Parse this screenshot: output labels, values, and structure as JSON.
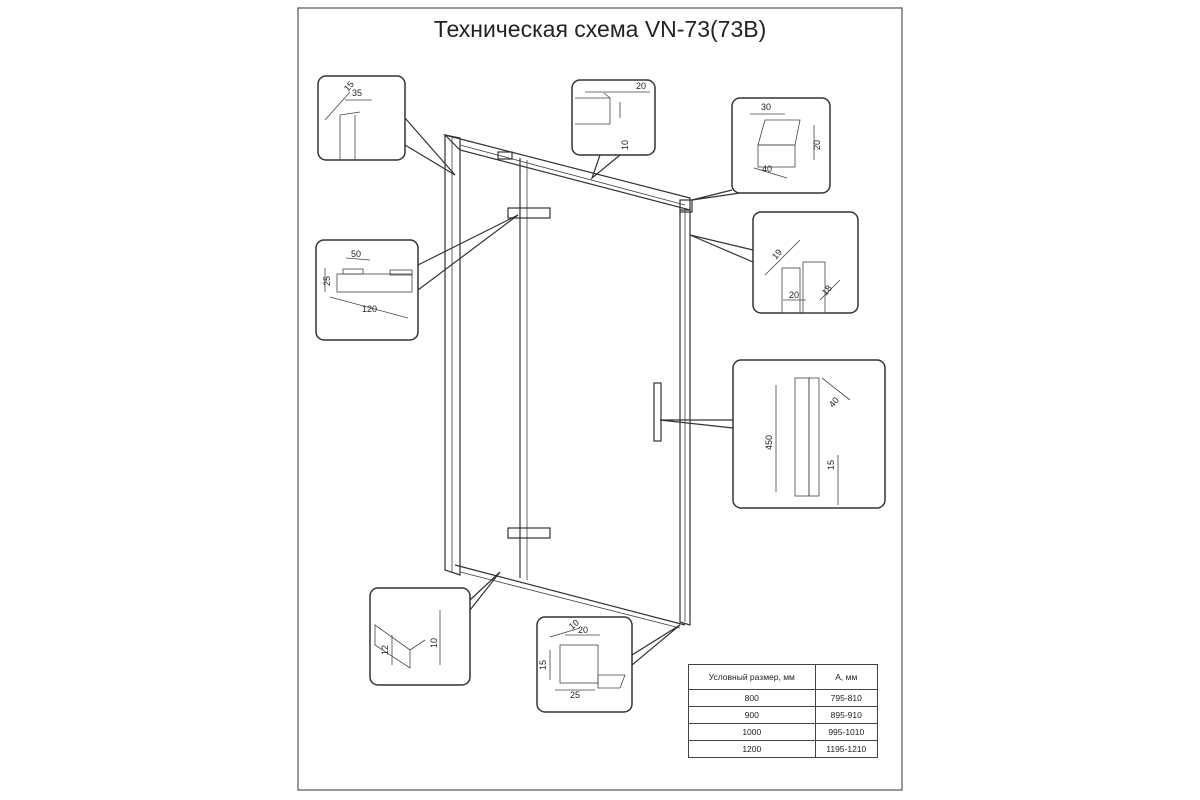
{
  "title": "Техническая схема VN-73(73B)",
  "callouts": {
    "side_profile": [
      "15",
      "35"
    ],
    "top_rail": [
      "20",
      "10"
    ],
    "corner_bracket": [
      "30",
      "20",
      "40"
    ],
    "hinge": [
      "50",
      "25",
      "120"
    ],
    "wall_profile": [
      "19",
      "20",
      "18"
    ],
    "handle": [
      "40",
      "450",
      "15"
    ],
    "bottom_seal": [
      "10",
      "12"
    ],
    "bottom_bracket": [
      "10",
      "20",
      "15",
      "25"
    ]
  },
  "table": {
    "headers": [
      "Условный размер, мм",
      "А, мм"
    ],
    "rows": [
      [
        "800",
        "795-810"
      ],
      [
        "900",
        "895-910"
      ],
      [
        "1000",
        "995-1010"
      ],
      [
        "1200",
        "1195-1210"
      ]
    ]
  }
}
